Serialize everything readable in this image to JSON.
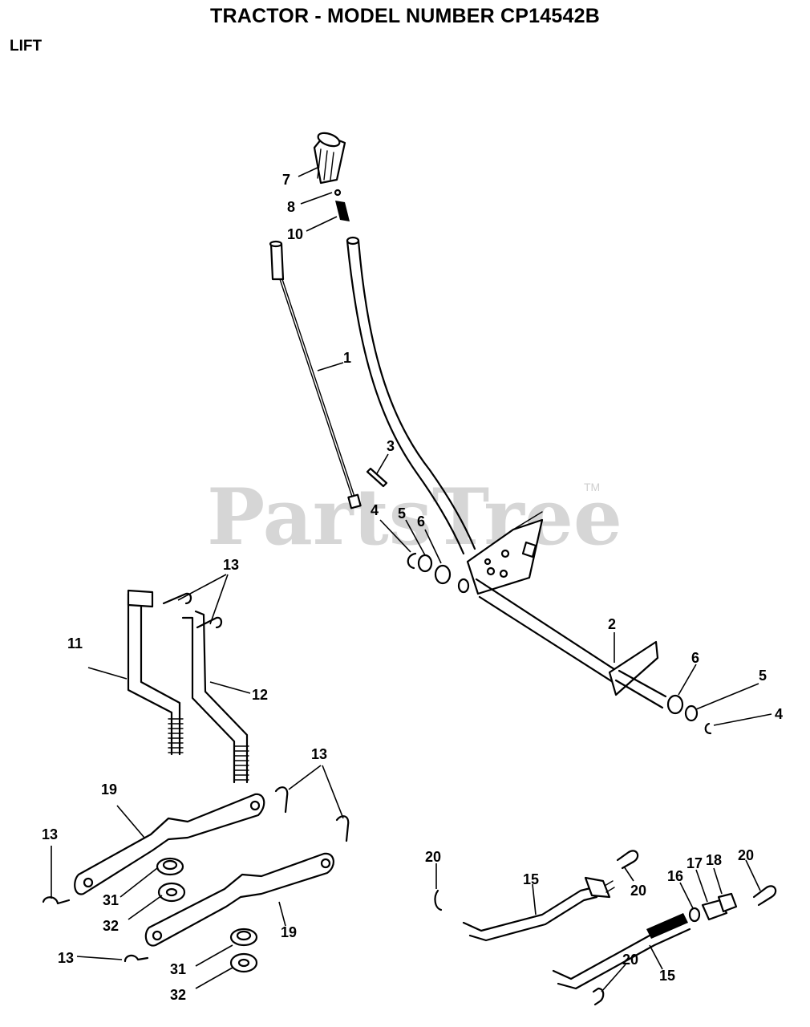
{
  "header": {
    "title": "TRACTOR - MODEL NUMBER CP14542B",
    "section": "LIFT"
  },
  "watermark": {
    "text": "PartsTree",
    "trademark": "TM"
  },
  "callouts": {
    "c1": "1",
    "c2": "2",
    "c3": "3",
    "c4a": "4",
    "c4b": "4",
    "c5a": "5",
    "c5b": "5",
    "c6a": "6",
    "c6b": "6",
    "c7": "7",
    "c8": "8",
    "c10": "10",
    "c11": "11",
    "c12": "12",
    "c13a": "13",
    "c13b": "13",
    "c13c": "13",
    "c13d": "13",
    "c15a": "15",
    "c15b": "15",
    "c16": "16",
    "c17": "17",
    "c18": "18",
    "c19a": "19",
    "c19b": "19",
    "c20a": "20",
    "c20b": "20",
    "c20c": "20",
    "c20d": "20",
    "c31a": "31",
    "c31b": "31",
    "c32a": "32",
    "c32b": "32"
  },
  "colors": {
    "line": "#000000",
    "watermark": "#d6d6d6",
    "background": "#ffffff"
  }
}
